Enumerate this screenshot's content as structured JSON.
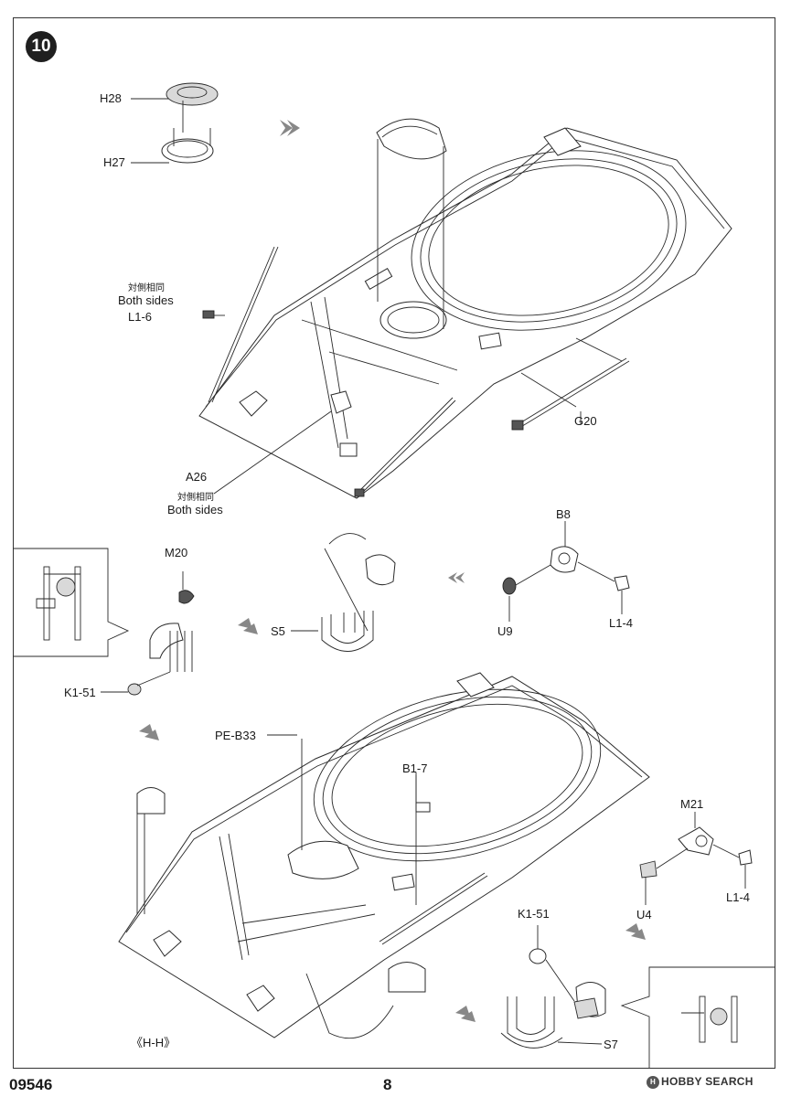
{
  "step": {
    "number": "10"
  },
  "labels": {
    "h28": "H28",
    "h27": "H27",
    "both_sides_cn_1": "対側相同",
    "both_sides_en_1": "Both sides",
    "l1_6": "L1-6",
    "a26": "A26",
    "both_sides_cn_2": "対側相同",
    "both_sides_en_2": "Both sides",
    "g20": "G20",
    "m20": "M20",
    "s5": "S5",
    "k1_51_top": "K1-51",
    "b8": "B8",
    "u9": "U9",
    "l1_4_top": "L1-4",
    "pe_b33": "PE-B33",
    "b1_7": "B1-7",
    "m21": "M21",
    "u4": "U4",
    "l1_4_bottom": "L1-4",
    "k1_51_bottom": "K1-51",
    "s7": "S7",
    "view_hh": "《H-H》"
  },
  "footer": {
    "product_code": "09546",
    "page_number": "8",
    "watermark": "HOBBY SEARCH",
    "watermark_logo": "H"
  }
}
